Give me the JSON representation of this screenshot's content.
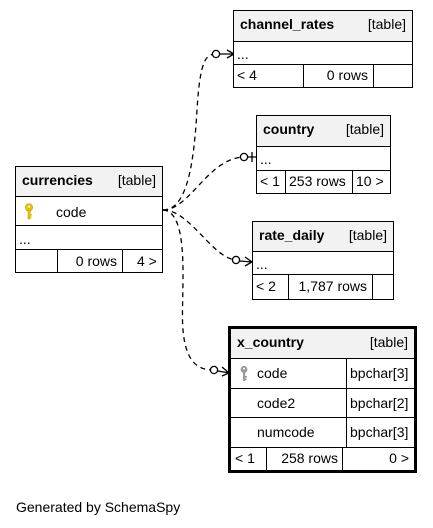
{
  "tables": {
    "channel_rates": {
      "name": "channel_rates",
      "kind": "[table]",
      "more": "...",
      "parents": "< 4",
      "rows": "0 rows"
    },
    "country": {
      "name": "country",
      "kind": "[table]",
      "more": "...",
      "parents": "< 1",
      "rows": "253 rows",
      "children": "10 >"
    },
    "currencies": {
      "name": "currencies",
      "kind": "[table]",
      "column": "code",
      "more": "...",
      "rows": "0 rows",
      "children": "4 >"
    },
    "rate_daily": {
      "name": "rate_daily",
      "kind": "[table]",
      "more": "...",
      "parents": "< 2",
      "rows": "1,787 rows"
    },
    "x_country": {
      "name": "x_country",
      "kind": "[table]",
      "columns": [
        {
          "name": "code",
          "type": "bpchar[3]"
        },
        {
          "name": "code2",
          "type": "bpchar[2]"
        },
        {
          "name": "numcode",
          "type": "bpchar[3]"
        }
      ],
      "parents": "< 1",
      "rows": "258 rows",
      "children": "0 >"
    }
  },
  "icons": {
    "primary_key": "key-icon-gold",
    "foreign_key": "key-icon-gray"
  },
  "colors": {
    "key_primary": "#e8c300",
    "key_foreign": "#9a9a9a",
    "header_bg": "#f2f2f2"
  },
  "footer": "Generated by SchemaSpy"
}
